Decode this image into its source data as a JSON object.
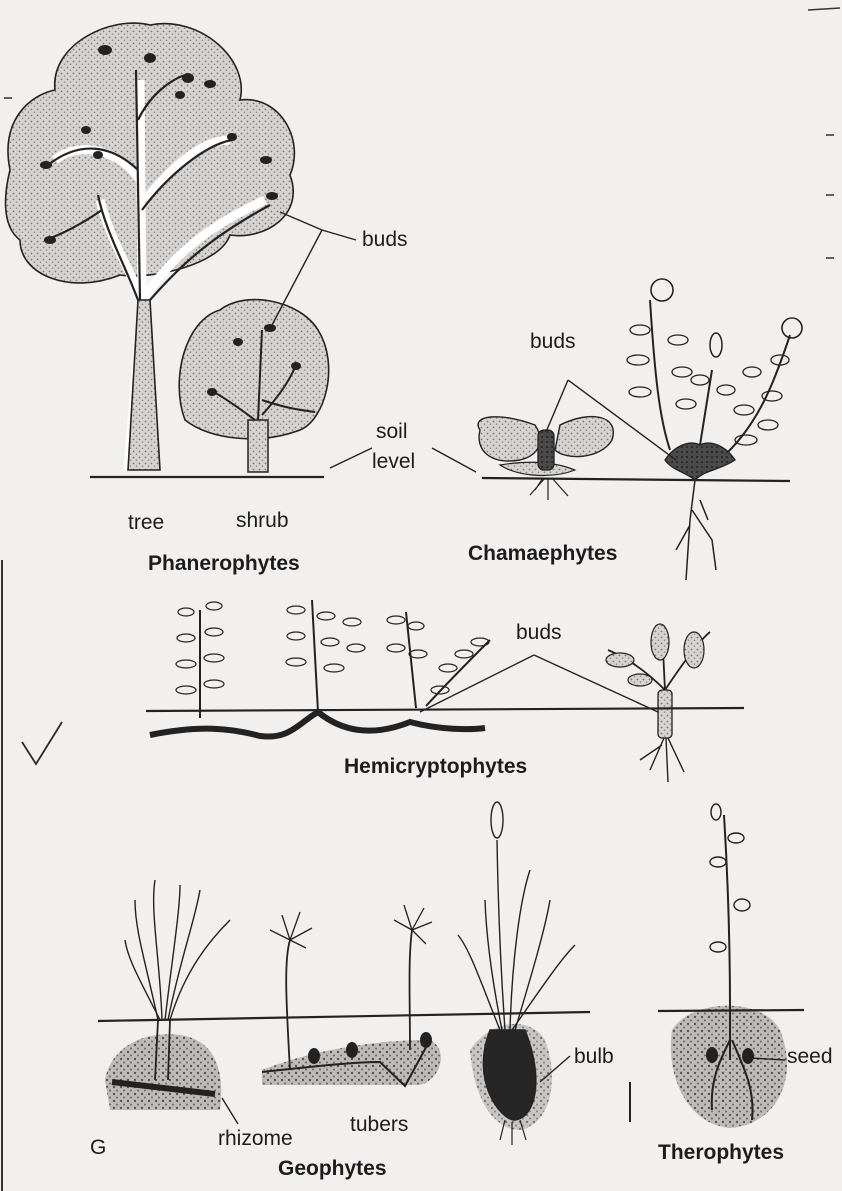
{
  "labels": {
    "buds_tree": "buds",
    "buds_chamae": "buds",
    "soil": "soil",
    "level": "level",
    "tree": "tree",
    "shrub": "shrub",
    "buds_hemi": "buds",
    "bulb": "bulb",
    "seed": "seed",
    "rhizome": "rhizome",
    "tubers": "tubers",
    "corner_mark": "G"
  },
  "groups": {
    "phanerophytes": "Phanerophytes",
    "chamaephytes": "Chamaephytes",
    "hemicryptophytes": "Hemicryptophytes",
    "geophytes": "Geophytes",
    "therophytes": "Therophytes"
  }
}
